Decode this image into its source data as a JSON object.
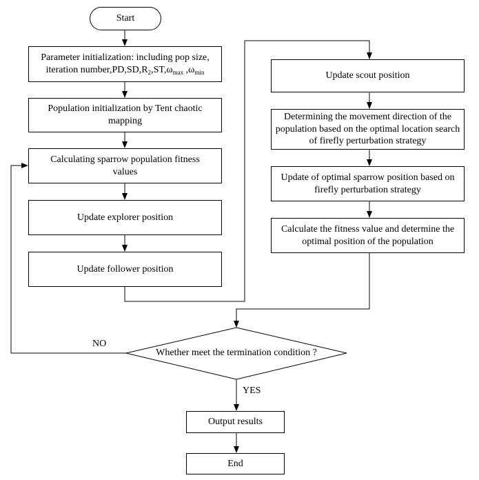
{
  "nodes": {
    "start": "Start",
    "param_init": {
      "line1": "Parameter initialization: including pop size,",
      "line2_text": "iteration number,PD,SD,R",
      "r_sub": "2",
      "mid": ",ST,ω",
      "omega_max_sub": "max",
      "sep": " ,ω",
      "omega_min_sub": "min"
    },
    "population_init": "Population initialization by Tent chaotic mapping",
    "fitness": "Calculating sparrow population fitness values",
    "explorer": "Update explorer position",
    "follower": "Update follower position",
    "scout": "Update scout position",
    "movement": "Determining the movement direction of the population based on the optimal location search of firefly perturbation strategy",
    "optimal_update": "Update of optimal sparrow position based on firefly perturbation strategy",
    "calc_fitness": "Calculate the fitness value and determine the optimal position of the population",
    "decision": "Whether meet the termination condition ?",
    "output": "Output results",
    "end": "End"
  },
  "edge_labels": {
    "no": "NO",
    "yes": "YES"
  },
  "colors": {
    "line": "#000000",
    "box_fill": "#ffffff"
  }
}
